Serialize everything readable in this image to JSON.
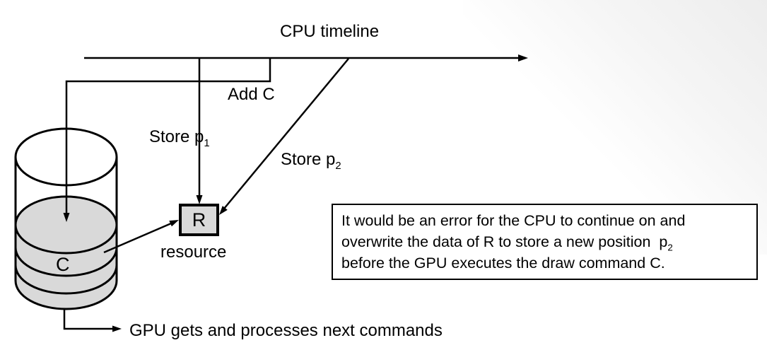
{
  "diagram": {
    "cpu_timeline_label": "CPU timeline",
    "add_c_label": "Add C",
    "store_p1": {
      "text": "Store ",
      "var": "p",
      "sub": "1"
    },
    "store_p2": {
      "text": "Store ",
      "var": "p",
      "sub": "2"
    },
    "resource_box_label": "R",
    "resource_caption": "resource",
    "queue_command_label": "C",
    "gpu_label": "GPU gets and processes next commands"
  },
  "note_box": {
    "line1": "It would be an error for the CPU to continue on and",
    "line2_text": "overwrite the data of R to store a new position  p",
    "line2_sub": "2",
    "line3": "before the GPU executes the draw command C."
  },
  "colors": {
    "line": "#000000",
    "fill_gray": "#d9d9d9",
    "background": "#ffffff",
    "corner_shade": "#ededed"
  }
}
